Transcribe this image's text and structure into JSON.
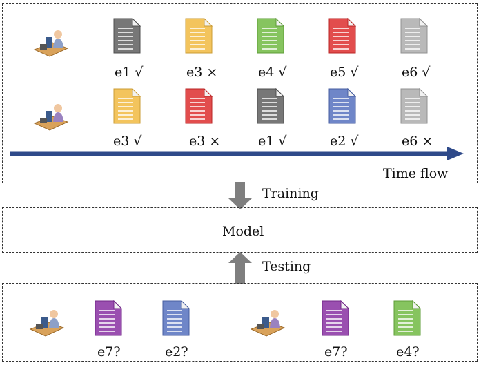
{
  "top_panel": {
    "rows": [
      {
        "docs": [
          {
            "label": "e1 √",
            "color": "#777777"
          },
          {
            "label": "e3 ×",
            "color": "#f3c45d"
          },
          {
            "label": "e4 √",
            "color": "#86c45f"
          },
          {
            "label": "e5 √",
            "color": "#e24d4d"
          },
          {
            "label": "e6 √",
            "color": "#b9b9b9"
          }
        ]
      },
      {
        "docs": [
          {
            "label": "e3 √",
            "color": "#f3c45d"
          },
          {
            "label": "e3 ×",
            "color": "#e24d4d"
          },
          {
            "label": "e1 √",
            "color": "#777777"
          },
          {
            "label": "e2 √",
            "color": "#6f86c8"
          },
          {
            "label": "e6 ×",
            "color": "#b9b9b9"
          }
        ]
      }
    ],
    "time_flow_label": "Time flow",
    "arrow_color": "#2f4a8a"
  },
  "training_label": "Training",
  "model_label": "Model",
  "testing_label": "Testing",
  "bottom_panel": {
    "docs": [
      {
        "label": "e7?",
        "color": "#9a4fb0"
      },
      {
        "label": "e2?",
        "color": "#6f86c8"
      },
      {
        "label": "e7?",
        "color": "#9a4fb0"
      },
      {
        "label": "e4?",
        "color": "#86c45f"
      }
    ]
  },
  "colors": {
    "arrow_gray": "#7f7f7f",
    "border": "#333333"
  }
}
